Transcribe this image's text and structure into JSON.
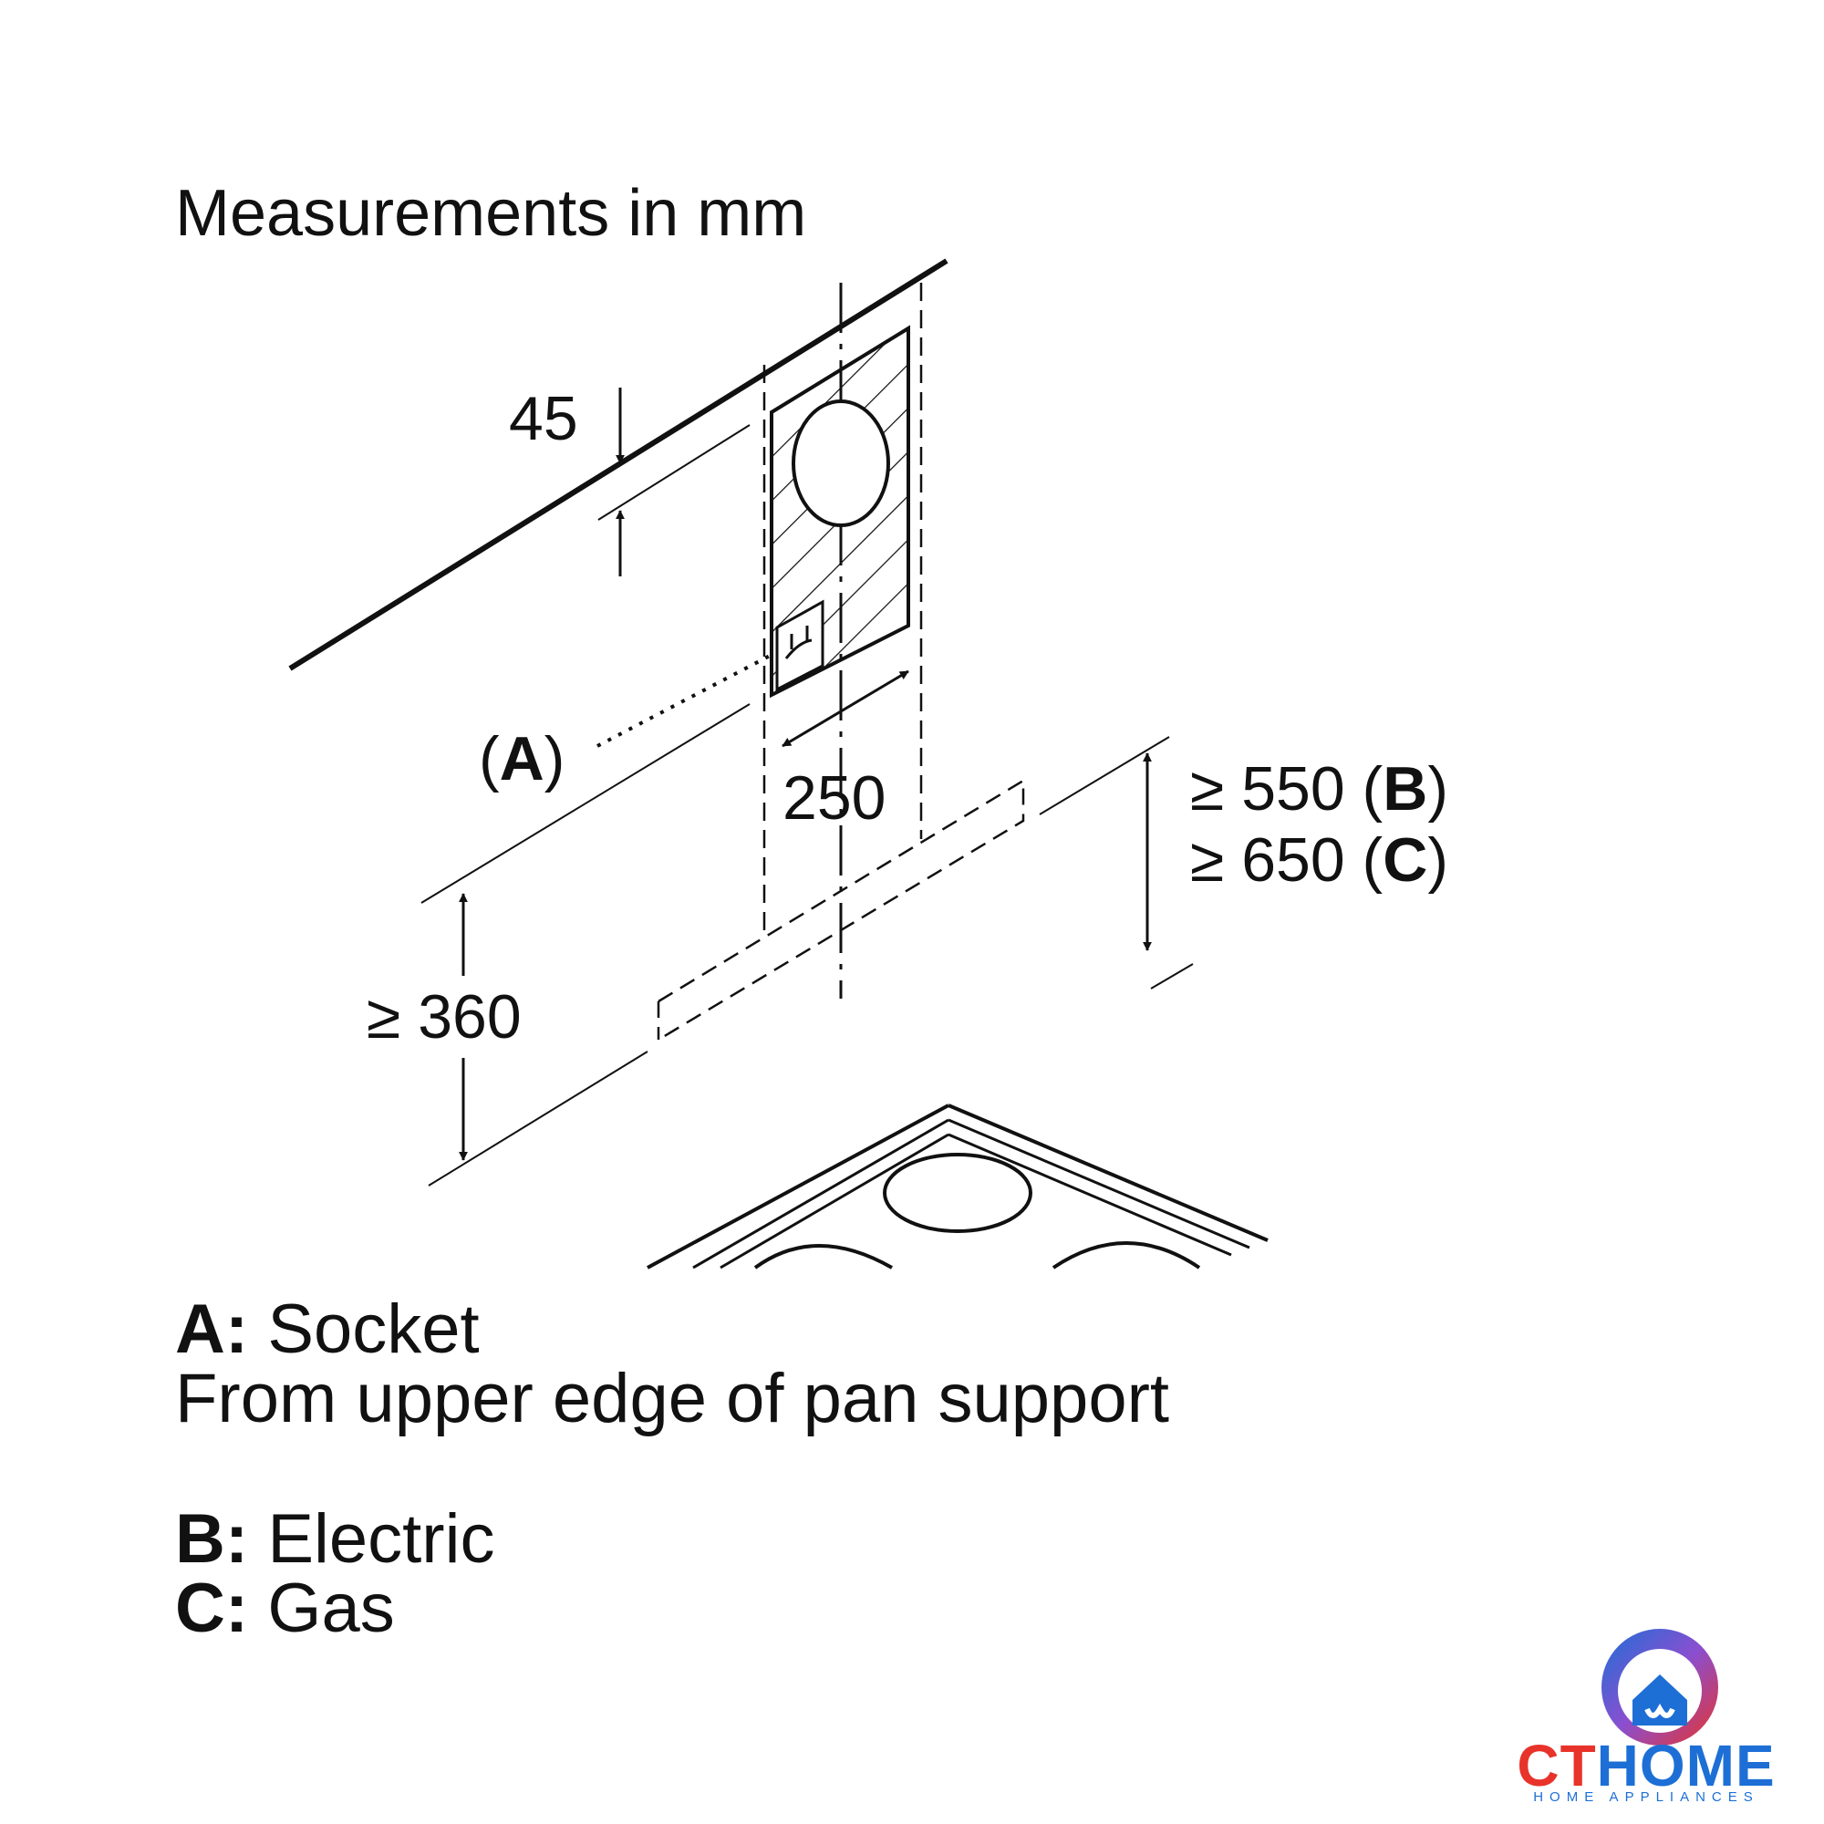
{
  "title": "Measurements in mm",
  "dimensions": {
    "top_offset": "45",
    "width": "250",
    "min_socket_height": "≥ 360",
    "min_electric": {
      "prefix": "≥ 550 (",
      "letter": "B",
      "suffix": ")"
    },
    "min_gas": {
      "prefix": "≥ 650 (",
      "letter": "C",
      "suffix": ")"
    },
    "socket_marker": {
      "prefix": "(",
      "letter": "A",
      "suffix": ")"
    }
  },
  "legend": {
    "a": {
      "key": "A:",
      "text": "Socket"
    },
    "note": "From upper edge of pan support",
    "b": {
      "key": "B:",
      "text": "Electric"
    },
    "c": {
      "key": "C:",
      "text": "Gas"
    }
  },
  "logo": {
    "brand_ct": "CT",
    "brand_home": "HOME",
    "tagline": "HOME APPLIANCES"
  },
  "colors": {
    "line": "#111111",
    "brand_red": "#e8332a",
    "brand_blue": "#1d6fd6"
  }
}
